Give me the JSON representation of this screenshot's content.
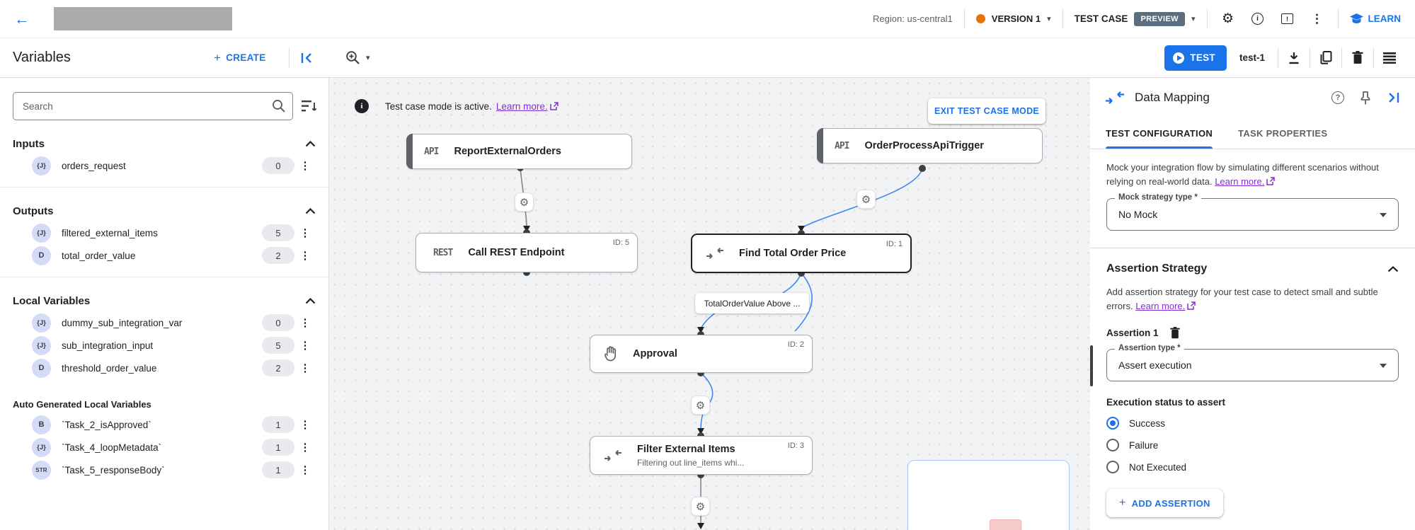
{
  "colors": {
    "accent": "#1a73e8",
    "edge_blue": "#4285f4",
    "edge_gray": "#80868b",
    "preview_badge": "#5b6e7f",
    "link_purple": "#8430ce",
    "version_dot": "#e8710a"
  },
  "icons": {
    "back": "←",
    "gear": "⚙",
    "more_vertical": "⋮",
    "caret_down": "▾",
    "plus": "+",
    "info_i": "i",
    "feedback_mark": "!",
    "help_mark": "?"
  },
  "topbar": {
    "region_label": "Region: us-central1",
    "version_label": "VERSION 1",
    "test_case_label": "TEST CASE",
    "preview_badge": "PREVIEW",
    "learn_label": "LEARN"
  },
  "toolbar": {
    "title": "Variables",
    "create_label": "CREATE",
    "test_button": "TEST",
    "test_case_name": "test-1"
  },
  "sidebar": {
    "search_placeholder": "Search",
    "sections": [
      {
        "title": "Inputs",
        "items": [
          {
            "type_label": "{J}",
            "name": "orders_request",
            "count": "0"
          }
        ]
      },
      {
        "title": "Outputs",
        "items": [
          {
            "type_label": "{J}",
            "name": "filtered_external_items",
            "count": "5"
          },
          {
            "type_label": "D",
            "name": "total_order_value",
            "count": "2"
          }
        ]
      },
      {
        "title": "Local Variables",
        "items": [
          {
            "type_label": "{J}",
            "name": "dummy_sub_integration_var",
            "count": "0"
          },
          {
            "type_label": "{J}",
            "name": "sub_integration_input",
            "count": "5"
          },
          {
            "type_label": "D",
            "name": "threshold_order_value",
            "count": "2"
          }
        ]
      },
      {
        "title": "Auto Generated Local Variables",
        "items": [
          {
            "type_label": "B",
            "name": "`Task_2_isApproved`",
            "count": "1"
          },
          {
            "type_label": "{J}",
            "name": "`Task_4_loopMetadata`",
            "count": "1"
          },
          {
            "type_label": "STR",
            "name": "`Task_5_responseBody`",
            "count": "1"
          }
        ]
      }
    ]
  },
  "canvas": {
    "banner": {
      "text": "Test case mode is active.",
      "link": "Learn more.",
      "exit_button": "EXIT TEST CASE MODE"
    },
    "nodes": {
      "trigger1": {
        "badge": "API",
        "name": "ReportExternalOrders"
      },
      "trigger2": {
        "badge": "API",
        "name": "OrderProcessApiTrigger"
      },
      "rest": {
        "badge": "REST",
        "name": "Call REST Endpoint",
        "id": "ID: 5"
      },
      "mapping1": {
        "name": "Find Total Order Price",
        "id": "ID: 1"
      },
      "approval": {
        "name": "Approval",
        "id": "ID: 2"
      },
      "mapping2": {
        "name": "Filter External Items",
        "id": "ID: 3",
        "subtitle": "Filtering out line_items whi..."
      }
    },
    "edge_label": "TotalOrderValue Above ..."
  },
  "panel": {
    "title": "Data Mapping",
    "tabs": [
      {
        "label": "TEST CONFIGURATION"
      },
      {
        "label": "TASK PROPERTIES"
      }
    ],
    "mock_text": "Mock your integration flow by simulating different scenarios without relying on real-world data.",
    "mock_learn_more": "Learn more.",
    "mock_field_label": "Mock strategy type *",
    "mock_field_value": "No Mock",
    "assertion_header": "Assertion Strategy",
    "assertion_text": "Add assertion strategy for your test case to detect small and subtle errors.",
    "assertion_learn_more": "Learn more.",
    "assertion_item": "Assertion 1",
    "type_field_label": "Assertion type *",
    "type_field_value": "Assert execution",
    "status_label": "Execution status to assert",
    "radios": [
      {
        "label": "Success",
        "selected": true
      },
      {
        "label": "Failure",
        "selected": false
      },
      {
        "label": "Not Executed",
        "selected": false
      }
    ],
    "add_button": "ADD ASSERTION"
  }
}
